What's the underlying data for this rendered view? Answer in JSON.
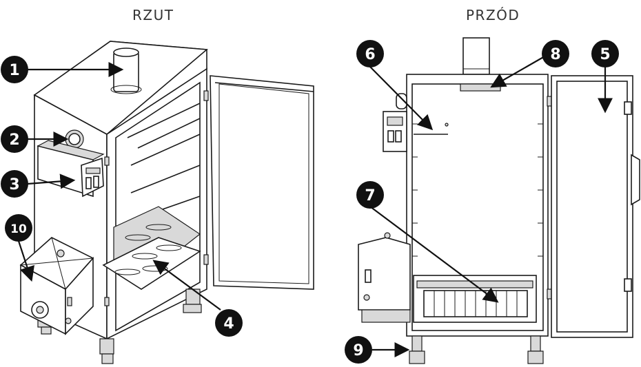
{
  "views": {
    "top_title": "RZUT",
    "front_title": "PRZÓD"
  },
  "callouts": [
    "1",
    "2",
    "3",
    "4",
    "5",
    "6",
    "7",
    "8",
    "9",
    "10"
  ]
}
